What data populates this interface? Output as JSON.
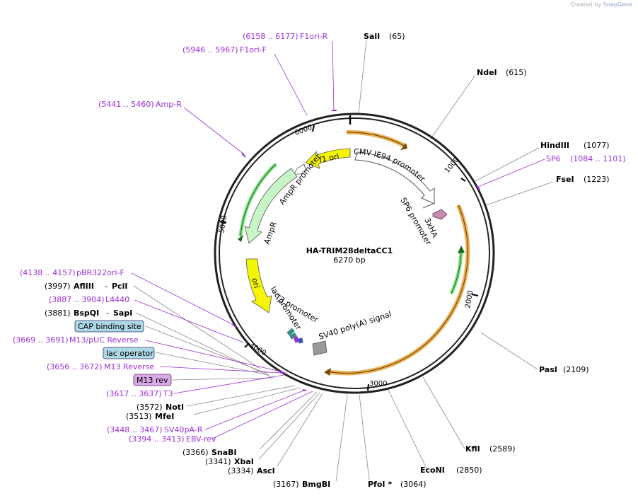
{
  "credit": {
    "prefix": "Created by",
    "brand": "SnapGene"
  },
  "plasmid": {
    "name": "HA-TRIM28deltaCC1",
    "length": "6270 bp"
  },
  "ticks": [
    "1000",
    "2000",
    "3000",
    "4000",
    "5000",
    "6000"
  ],
  "sites": [
    {
      "name": "SalI",
      "pos": "(65)"
    },
    {
      "name": "NdeI",
      "pos": "(615)"
    },
    {
      "name": "HindIII",
      "pos": "(1077)"
    },
    {
      "name": "FseI",
      "pos": "(1223)"
    },
    {
      "name": "PasI",
      "pos": "(2109)"
    },
    {
      "name": "KflI",
      "pos": "(2589)"
    },
    {
      "name": "EcoNI",
      "pos": "(2850)"
    },
    {
      "name": "PfoI *",
      "pos": "(3064)"
    },
    {
      "name": "BmgBI",
      "pos": "(3167)"
    },
    {
      "name": "AscI",
      "pos": "(3334)"
    },
    {
      "name": "XbaI",
      "pos": "(3341)"
    },
    {
      "name": "SnaBI",
      "pos": "(3366)"
    },
    {
      "name": "MfeI",
      "pos": "(3513)"
    },
    {
      "name": "NotI",
      "pos": "(3572)"
    },
    {
      "name": "BspQI",
      "pos": "(3881)",
      "alt": "SapI"
    },
    {
      "name": "AflIII",
      "pos": "(3997)",
      "alt": "PciI"
    }
  ],
  "primers": [
    {
      "name": "F1ori-R",
      "range": "(6158 .. 6177)"
    },
    {
      "name": "F1ori-F",
      "range": "(5946 .. 5967)"
    },
    {
      "name": "Amp-R",
      "range": "(5441 .. 5460)"
    },
    {
      "name": "SP6",
      "range": "(1084 .. 1101)"
    },
    {
      "name": "pBR322ori-F",
      "range": "(4138 .. 4157)"
    },
    {
      "name": "L4440",
      "range": "(3887 .. 3904)"
    },
    {
      "name": "M13/pUC Reverse",
      "range": "(3669 .. 3691)"
    },
    {
      "name": "M13 Reverse",
      "range": "(3656 .. 3672)"
    },
    {
      "name": "T3",
      "range": "(3617 .. 3637)"
    },
    {
      "name": "SV40pA-R",
      "range": "(3448 .. 3467)"
    },
    {
      "name": "EBV-rev",
      "range": "(3394 .. 3413)"
    }
  ],
  "boxed": [
    {
      "name": "CAP binding site"
    },
    {
      "name": "lac operator"
    },
    {
      "name": "M13 rev"
    }
  ],
  "features": {
    "cmv": "CMV IE94 promoter",
    "sp6": "SP6 promoter",
    "ha": "3xHA",
    "f1ori": "f1 ori",
    "ampr_prom": "AmpR promoter",
    "ampr": "AmpR",
    "ori": "ori",
    "lac": "lac promoter",
    "t3": "T3 promoter",
    "sv40": "SV40 poly(A) signal"
  },
  "colors": {
    "purple": "#9b30d9",
    "orange": "#e8a33b",
    "green_feature": "#c8f5c8",
    "yellow": "#f5f500",
    "cap_box": "#add8e6",
    "m13_box": "#d8a8e8"
  }
}
